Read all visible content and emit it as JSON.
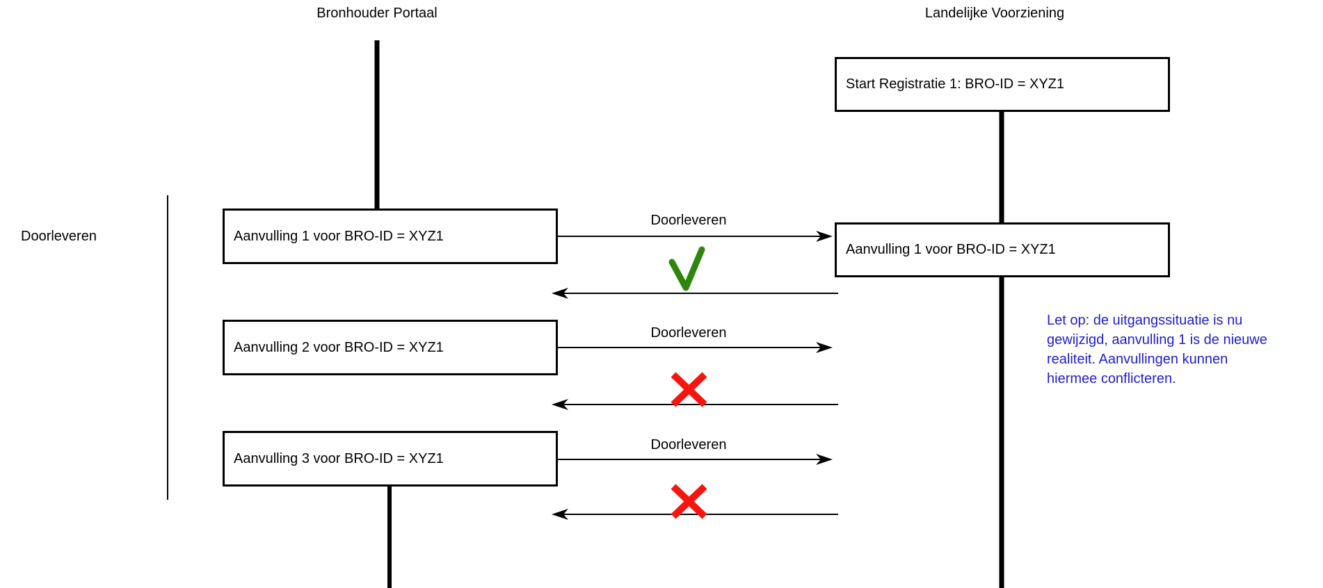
{
  "titles": {
    "left": "Bronhouder Portaal",
    "right": "Landelijke Voorziening"
  },
  "bracket_label": "Doorleveren",
  "lv_boxes": {
    "start": "Start Registratie 1: BRO-ID = XYZ1",
    "aanvulling": "Aanvulling 1 voor BRO-ID = XYZ1"
  },
  "rows": [
    {
      "box": "Aanvulling 1 voor BRO-ID = XYZ1",
      "arrow_label": "Doorleveren",
      "result": "accepted"
    },
    {
      "box": "Aanvulling 2 voor BRO-ID = XYZ1",
      "arrow_label": "Doorleveren",
      "result": "rejected"
    },
    {
      "box": "Aanvulling 3 voor BRO-ID = XYZ1",
      "arrow_label": "Doorleveren",
      "result": "rejected"
    }
  ],
  "note": {
    "lines": [
      "Let op: de uitgangssituatie is nu",
      "gewijzigd, aanvulling 1 is de nieuwe",
      "realiteit. Aanvullingen kunnen",
      "hiermee conflicteren."
    ],
    "color": "#1d1dd3"
  },
  "colors": {
    "line": "#000000",
    "check_green": "#2e860e",
    "cross_red": "#f6150f"
  }
}
